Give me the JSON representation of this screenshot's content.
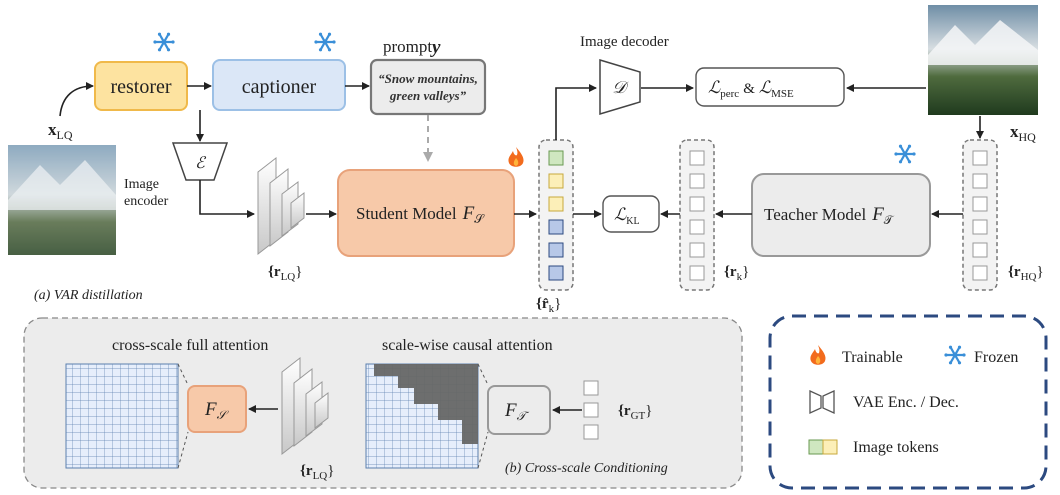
{
  "top": {
    "restorer": "restorer",
    "captioner": "captioner",
    "prompt_label": "prompt",
    "prompt_var": "y",
    "prompt_line1": "“Snow mountains,",
    "prompt_line2": "green valleys”",
    "image_decoder": "Image decoder",
    "decoder_symbol": "𝒟",
    "loss_perc": "ℒ",
    "loss_perc_sub": "perc",
    "loss_amp": "&",
    "loss_mse": "ℒ",
    "loss_mse_sub": "MSE",
    "x_lq": "x",
    "x_lq_sub": "LQ",
    "x_hq": "x",
    "x_hq_sub": "HQ",
    "encoder_symbol": "ℰ",
    "image_encoder_1": "Image",
    "image_encoder_2": "encoder",
    "student": "Student Model",
    "student_sym": "F",
    "student_sub": "𝒮",
    "teacher": "Teacher Model",
    "teacher_sym": "F",
    "teacher_sub": "𝒯",
    "loss_kl": "ℒ",
    "loss_kl_sub": "KL",
    "r_lq": "{r",
    "r_lq_sub": "LQ",
    "r_hat": "{r̂",
    "r_hat_sub": "k",
    "r_k": "{r",
    "r_k_sub": "k",
    "r_hq": "{r",
    "r_hq_sub": "HQ",
    "caption_a": "(a) VAR distillation"
  },
  "bottom": {
    "full_attention": "cross-scale full attention",
    "causal_attention": "scale-wise causal attention",
    "fs_sym": "F",
    "fs_sub": "𝒮",
    "ft_sym": "F",
    "ft_sub": "𝒯",
    "r_lq": "{r",
    "r_lq_sub": "LQ",
    "r_gt": "{r",
    "r_gt_sub": "GT",
    "caption_b": "(b) Cross-scale Conditioning"
  },
  "legend": {
    "trainable": "Trainable",
    "frozen": "Frozen",
    "vae": "VAE Enc. / Dec.",
    "tokens": "Image tokens"
  },
  "colors": {
    "restorer": "#fde3a0",
    "captioner": "#dbe7f7",
    "student": "#f7c9a9",
    "teacher": "#ececec",
    "token_green": "#cfe7c0",
    "token_yellow": "#fcefb8",
    "token_blue": "#b7c8e8",
    "frozen_icon": "#3a8fd8",
    "fire_icon": "#f26b1d",
    "legend_border": "#2c4a80"
  }
}
